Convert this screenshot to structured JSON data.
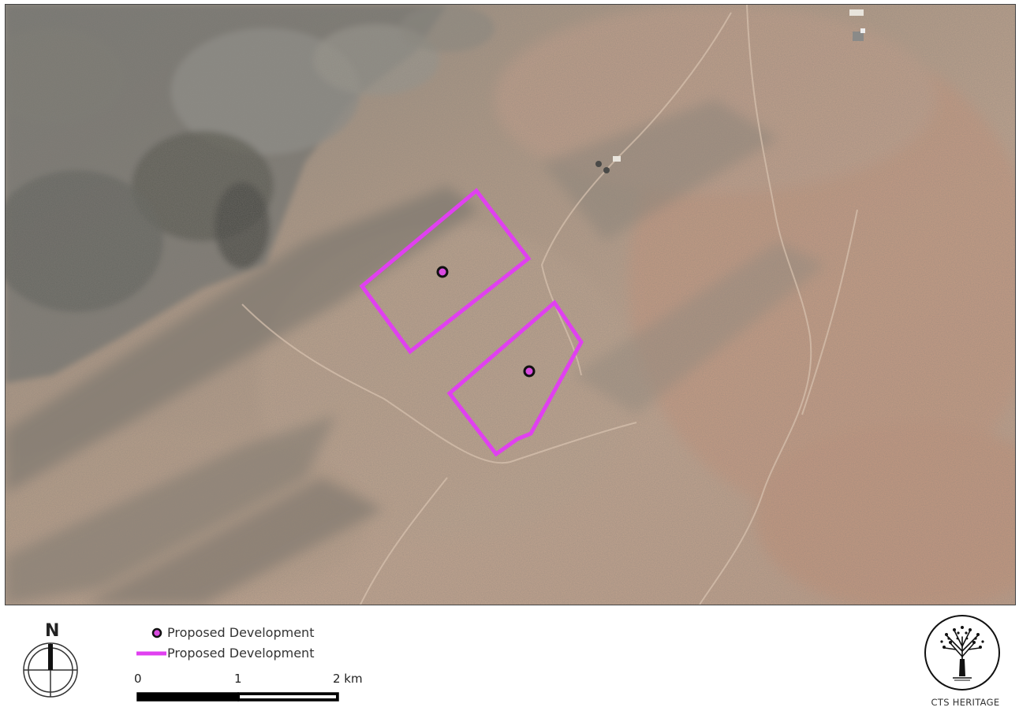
{
  "legend": {
    "point_label": "Proposed Development",
    "polygon_label": "Proposed Development",
    "point_color": "#d94be0",
    "polygon_color": "#e040f0"
  },
  "scale_bar": {
    "tick_0": "0",
    "tick_1": "1",
    "tick_2": "2 km"
  },
  "north_arrow": {
    "letter": "N"
  },
  "logo": {
    "caption": "CTS HERITAGE",
    "icon": "tree-icon"
  },
  "map": {
    "basemap": "satellite-imagery",
    "features": [
      {
        "type": "polygon",
        "name": "northern-development-area"
      },
      {
        "type": "polygon",
        "name": "southern-development-area"
      },
      {
        "type": "point",
        "name": "northern-development-point"
      },
      {
        "type": "point",
        "name": "southern-development-point"
      }
    ]
  }
}
